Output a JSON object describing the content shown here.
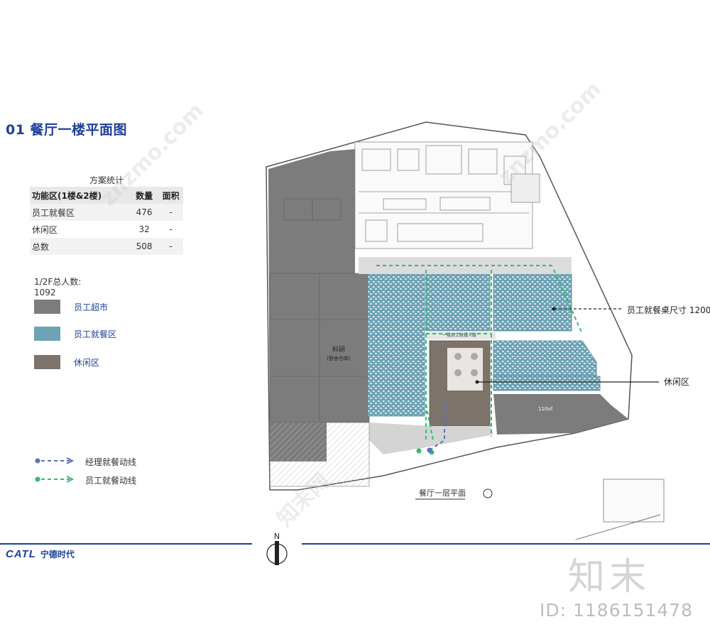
{
  "title": "01 餐厅一楼平面图",
  "stats": {
    "caption": "方案统计",
    "headers": [
      "功能区(1楼&2楼)",
      "数量",
      "面积"
    ],
    "rows": [
      {
        "name": "员工就餐区",
        "count": "476",
        "area": "-"
      },
      {
        "name": "休闲区",
        "count": "32",
        "area": "-"
      },
      {
        "name": "总数",
        "count": "508",
        "area": "-"
      }
    ]
  },
  "total_people": {
    "label": "1/2F总人数:",
    "value": "1092"
  },
  "legend": [
    {
      "label": "员工超市",
      "color": "#7c7c7c"
    },
    {
      "label": "员工就餐区",
      "color": "#6ea3b6"
    },
    {
      "label": "休闲区",
      "color": "#7d736a"
    }
  ],
  "flow_legend": [
    {
      "label": "经理就餐动线",
      "color": "#5a6fbd"
    },
    {
      "label": "员工就餐动线",
      "color": "#2fbd6c"
    }
  ],
  "callouts": {
    "table_size": "员工就餐桌尺寸 1200",
    "leisure": "休闲区"
  },
  "plan_text": {
    "caption": "餐厅一层平面",
    "room_research": "科研",
    "room_warehouse": "(宿舍仓库)",
    "seats_note": "一楼员工就餐人数",
    "area_note": "110㎡",
    "north": "N"
  },
  "brand": {
    "logo": "CATL",
    "name": "宁德时代"
  },
  "watermark": {
    "site": "znzmo.com",
    "brand_cn": "知末",
    "id": "ID: 1186151478",
    "site_cn": "知末网"
  },
  "colors": {
    "accent": "#1f3f9a",
    "dining": "#6ea3b6",
    "supermarket": "#7c7c7c",
    "leisure": "#7d736a"
  }
}
